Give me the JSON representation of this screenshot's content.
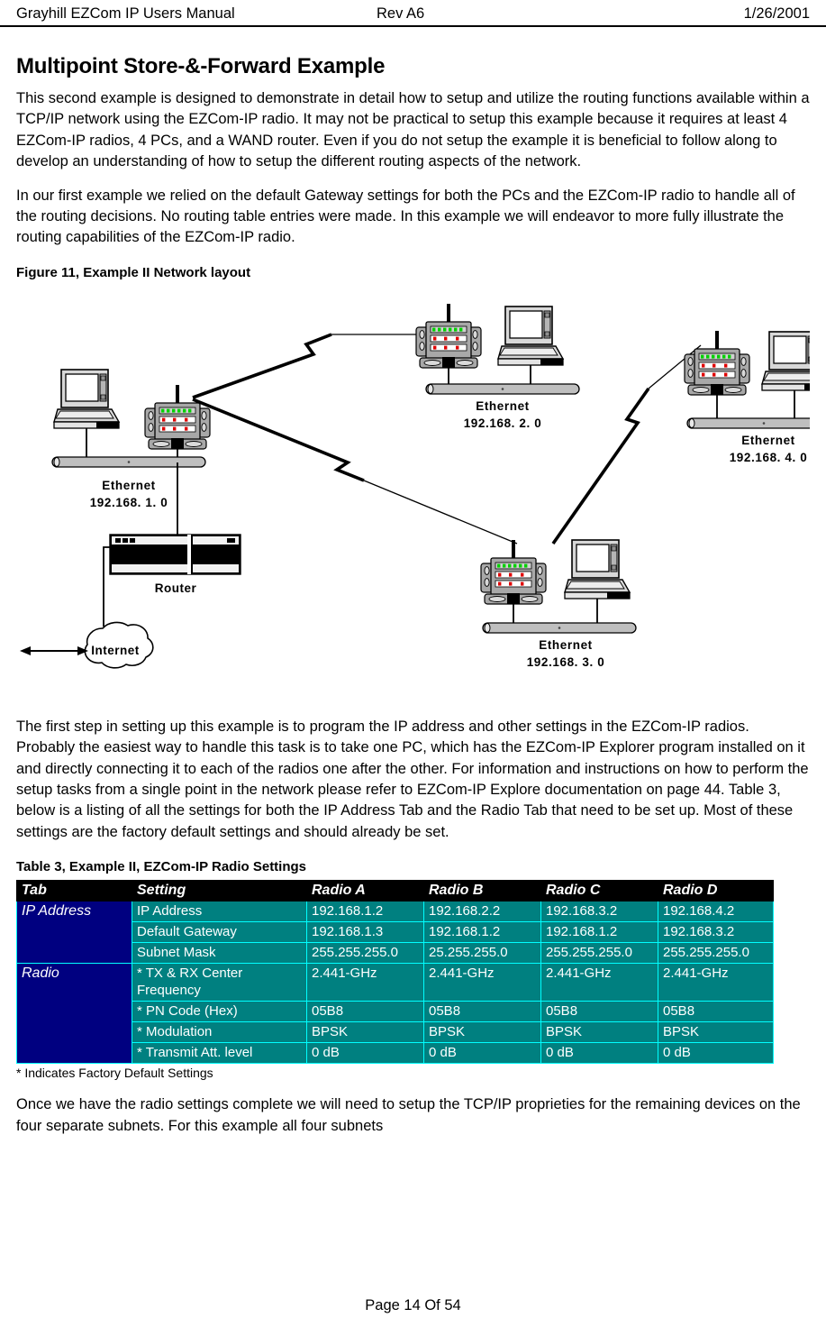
{
  "header": {
    "left": "Grayhill EZCom IP Users Manual",
    "center": "Rev A6",
    "right": "1/26/2001"
  },
  "section": {
    "title": "Multipoint Store-&-Forward Example",
    "paragraph_1": "This second example is designed to demonstrate in detail how to setup and utilize the routing functions available within a TCP/IP network using the EZCom-IP radio. It may not be practical to setup this example because it requires at least 4 EZCom-IP radios, 4 PCs, and a WAND router. Even if you do not setup the example it is beneficial to follow along to develop an understanding of how to setup the different routing aspects of the network.",
    "paragraph_2": "In our first example we relied on the default Gateway settings for both the PCs and the EZCom-IP radio to handle all of the routing decisions. No routing table entries were made. In this example we will endeavor to more fully illustrate the routing capabilities of the EZCom-IP radio.",
    "paragraph_3": "The first step in setting up this example is to program the IP address and other settings in the EZCom-IP radios. Probably the easiest way to handle this task is to take one PC, which has the EZCom-IP Explorer program installed on it and directly connecting it to each of the radios one after the other. For information and instructions on how to perform the setup tasks from a single point in the network please refer to EZCom-IP Explore documentation on page 44. Table 3, below is a listing of all the settings for both the IP Address Tab and the Radio Tab that need to be set up. Most of these settings are the factory default settings and should already be set.",
    "paragraph_4": "Once we have the radio settings complete we will need to setup the TCP/IP proprieties for the remaining devices on the four separate subnets. For this example all four subnets"
  },
  "figure": {
    "caption": "Figure 11, Example II Network layout",
    "segments": [
      {
        "id": "seg-1",
        "line1": "Ethernet",
        "line2": "192.168. 1.  0"
      },
      {
        "id": "seg-2",
        "line1": "Ethernet",
        "line2": "192.168. 2. 0"
      },
      {
        "id": "seg-3",
        "line1": "Ethernet",
        "line2": "192.168. 3. 0"
      },
      {
        "id": "seg-4",
        "line1": "Ethernet",
        "line2": "192.168. 4. 0"
      }
    ],
    "router_label": "Router",
    "internet_label": "Internet",
    "icons": {
      "radio": "radio-modem-icon",
      "pc": "laptop-computer-icon",
      "router": "router-icon",
      "cloud": "internet-cloud-icon",
      "bus": "ethernet-bus-icon",
      "wireless_link": "wireless-link-icon"
    },
    "colors": {
      "device_body": "#a0a0a0",
      "device_face": "#c0c0c0",
      "led_green": "#00d000",
      "led_red": "#e00000",
      "bus": "#bfbfbf",
      "router_body": "#000000"
    }
  },
  "table": {
    "caption": "Table 3, Example II, EZCom-IP Radio Settings",
    "footnote": "* Indicates Factory Default Settings",
    "columns": [
      "Tab",
      "Setting",
      "Radio A",
      "Radio B",
      "Radio C",
      "Radio D"
    ],
    "groups": [
      {
        "tab": "IP Address",
        "rows": [
          {
            "setting": "IP Address",
            "a": "192.168.1.2",
            "b": "192.168.2.2",
            "c": "192.168.3.2",
            "d": "192.168.4.2"
          },
          {
            "setting": "Default Gateway",
            "a": "192.168.1.3",
            "b": "192.168.1.2",
            "c": "192.168.1.2",
            "d": "192.168.3.2"
          },
          {
            "setting": "Subnet Mask",
            "a": "255.255.255.0",
            "b": "25.255.255.0",
            "c": "255.255.255.0",
            "d": "255.255.255.0"
          }
        ]
      },
      {
        "tab": "Radio",
        "rows": [
          {
            "setting": "* TX & RX Center\n   Frequency",
            "a": "2.441-GHz",
            "b": "2.441-GHz",
            "c": "2.441-GHz",
            "d": "2.441-GHz"
          },
          {
            "setting": "* PN Code (Hex)",
            "a": "05B8",
            "b": "05B8",
            "c": "05B8",
            "d": "05B8"
          },
          {
            "setting": "* Modulation",
            "a": "BPSK",
            "b": "BPSK",
            "c": "BPSK",
            "d": "BPSK"
          },
          {
            "setting": "* Transmit Att. level",
            "a": "0 dB",
            "b": "0 dB",
            "c": "0 dB",
            "d": "0 dB"
          }
        ]
      }
    ],
    "colors": {
      "header_bg": "#000000",
      "tab_bg": "#000080",
      "cell_bg": "#008080",
      "gridline": "#00ffff",
      "text": "#ffffff"
    }
  },
  "footer": {
    "page_label": "Page 14 Of 54"
  }
}
